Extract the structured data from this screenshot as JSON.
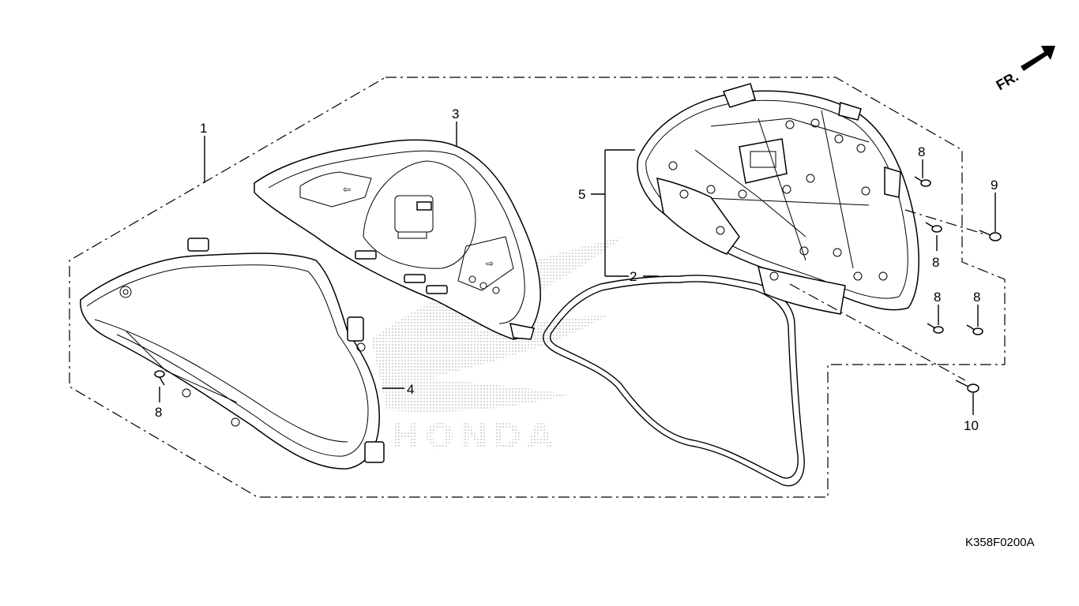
{
  "direction_label": "FR.",
  "drawing_code": "K358F0200A",
  "watermark": "HONDA",
  "callouts": {
    "c1": "1",
    "c2": "2",
    "c3": "3",
    "c4": "4",
    "c5": "5",
    "c8a": "8",
    "c8b": "8",
    "c8c": "8",
    "c8d": "8",
    "c8e": "8",
    "c9": "9",
    "c10": "10"
  }
}
